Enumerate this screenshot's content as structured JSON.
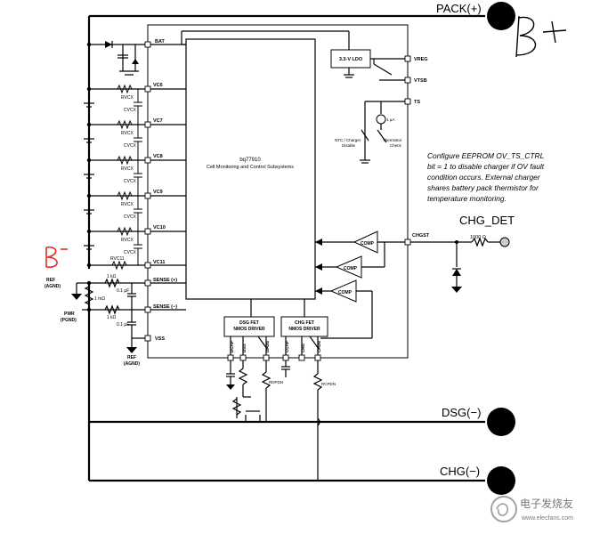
{
  "chip": {
    "part": "bq77910",
    "subtitle": "Cell Monitoring and Control Subsystems"
  },
  "terminals": {
    "pack_plus": "PACK(+)",
    "dsg_minus": "DSG(−)",
    "chg_minus": "CHG(−)",
    "chg_det": "CHG_DET"
  },
  "pins_left": {
    "bat": "BAT",
    "vc6": "VC6",
    "vc7": "VC7",
    "vc8": "VC8",
    "vc9": "VC9",
    "vc10": "VC10",
    "vc11": "VC11",
    "sense_plus": "SENSE (+)",
    "sense_minus": "SENSE (−)",
    "vss": "VSS"
  },
  "pins_right": {
    "vreg": "VREG",
    "vtsb": "VTSB",
    "ts": "TS",
    "chgst": "CHGST"
  },
  "blocks": {
    "ldo": "3.3-V LDO",
    "comp": "COMP",
    "dsg_driver_line1": "DSG FET",
    "dsg_driver_line2": "NMOS DRIVER",
    "chg_driver_line1": "CHG FET",
    "chg_driver_line2": "NMOS DRIVER",
    "ntc_line1": "NTC / Charger",
    "ntc_line2": "Disable",
    "thermistor_line1": "Thermistor",
    "thermistor_line2": "Check"
  },
  "driver_pins": {
    "dsg": [
      "DCAP",
      "DSG",
      "DPDN"
    ],
    "chg": [
      "CCAP",
      "CHG",
      "CPDN"
    ]
  },
  "components": {
    "rvcx": "RVCX",
    "cvcx": "CVCX",
    "rvc11": "RVC11",
    "r_sense1": "1 kΩ",
    "r_sense2": "1 kΩ",
    "r_shunt": "1 mΩ",
    "c_sense1": "0.1 µF",
    "c_sense2": "0.1 µF",
    "r_chg": "1000 Ω",
    "r_dpdn": "RDPDN",
    "r_cpdn": "RCPDN",
    "current_source": "1 µA"
  },
  "ground_labels": {
    "ref_agnd_left_1": "REF",
    "ref_agnd_left_2": "(AGND)",
    "pwr_pgnd_1": "PWR",
    "pwr_pgnd_2": "(PGND)",
    "ref_agnd_bottom_1": "REF",
    "ref_agnd_bottom_2": "(AGND)"
  },
  "note": {
    "line1": "Configure EEPROM OV_TS_CTRL",
    "line2": "bit = 1 to disable charger if OV fault",
    "line3": "condition occurs.  External charger",
    "line4": "shares battery pack thermistor for",
    "line5": "temperature monitoring."
  },
  "handwritten": {
    "b_plus": "B+",
    "b_minus": "B-"
  },
  "watermark": {
    "text": "电子发烧友",
    "url": "www.elecfans.com"
  },
  "colors": {
    "b_minus_red": "#e8281e",
    "line": "#000000"
  }
}
